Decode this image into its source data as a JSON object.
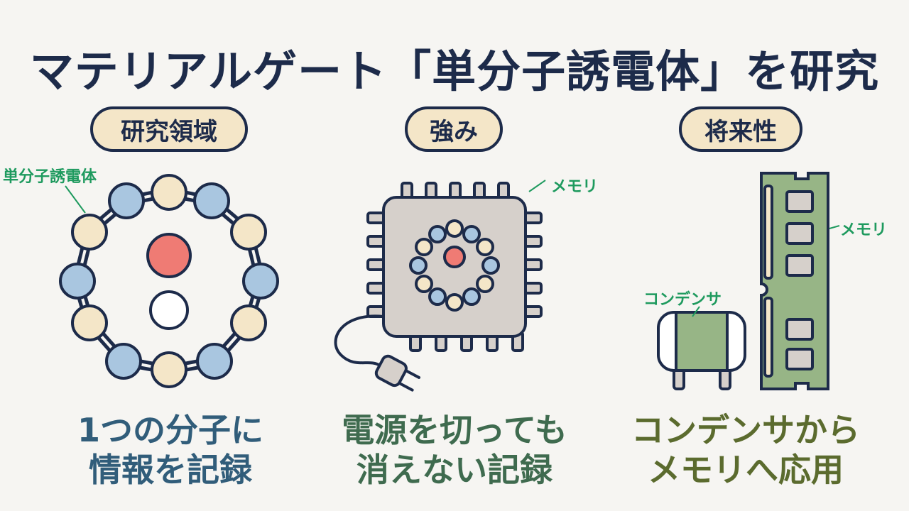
{
  "title": "マテリアルゲート「単分子誘電体」を研究",
  "sections": {
    "research": {
      "heading": "研究領域",
      "label": "単分子誘電体",
      "caption": [
        "1つの分子に",
        "情報を記録"
      ]
    },
    "strength": {
      "heading": "強み",
      "label": "メモリ",
      "caption": [
        "電源を切っても",
        "消えない記録"
      ]
    },
    "future": {
      "heading": "将来性",
      "label_capacitor": "コンデンサ",
      "label_memory": "メモリ",
      "caption": [
        "コンデンサから",
        "メモリへ応用"
      ]
    }
  },
  "colors": {
    "navy": "#1d2b4a",
    "cream": "#f4e6c8",
    "blue_atom": "#a9c6e0",
    "red_atom": "#ef7b74",
    "chip": "#d6d0cb",
    "green_board": "#97b586",
    "teal_text": "#315d7a",
    "green_text": "#3f6b4f",
    "olive_text": "#5b6b2e",
    "accent_green": "#1e9a5e"
  }
}
